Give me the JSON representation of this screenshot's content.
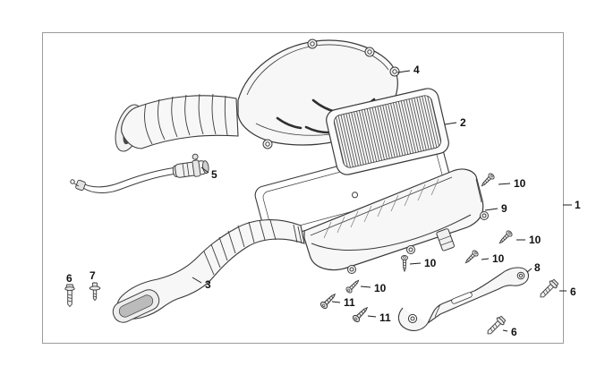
{
  "style": {
    "background": "#ffffff",
    "line_color": "#3a3a3a",
    "border_color": "#9b9b9b",
    "label_color": "#111111",
    "filter_hatch_color": "#4d4d4d"
  },
  "callouts": [
    {
      "id": "c4",
      "label": "4"
    },
    {
      "id": "c2",
      "label": "2"
    },
    {
      "id": "c5",
      "label": "5"
    },
    {
      "id": "c10a",
      "label": "10"
    },
    {
      "id": "c1",
      "label": "1"
    },
    {
      "id": "c9",
      "label": "9"
    },
    {
      "id": "c10b",
      "label": "10"
    },
    {
      "id": "c10c",
      "label": "10"
    },
    {
      "id": "c8",
      "label": "8"
    },
    {
      "id": "c6a",
      "label": "6"
    },
    {
      "id": "c7",
      "label": "7"
    },
    {
      "id": "c3",
      "label": "3"
    },
    {
      "id": "c10d",
      "label": "10"
    },
    {
      "id": "c10e",
      "label": "10"
    },
    {
      "id": "c11a",
      "label": "11"
    },
    {
      "id": "c11b",
      "label": "11"
    },
    {
      "id": "c6b",
      "label": "6"
    },
    {
      "id": "c6c",
      "label": "6"
    }
  ]
}
